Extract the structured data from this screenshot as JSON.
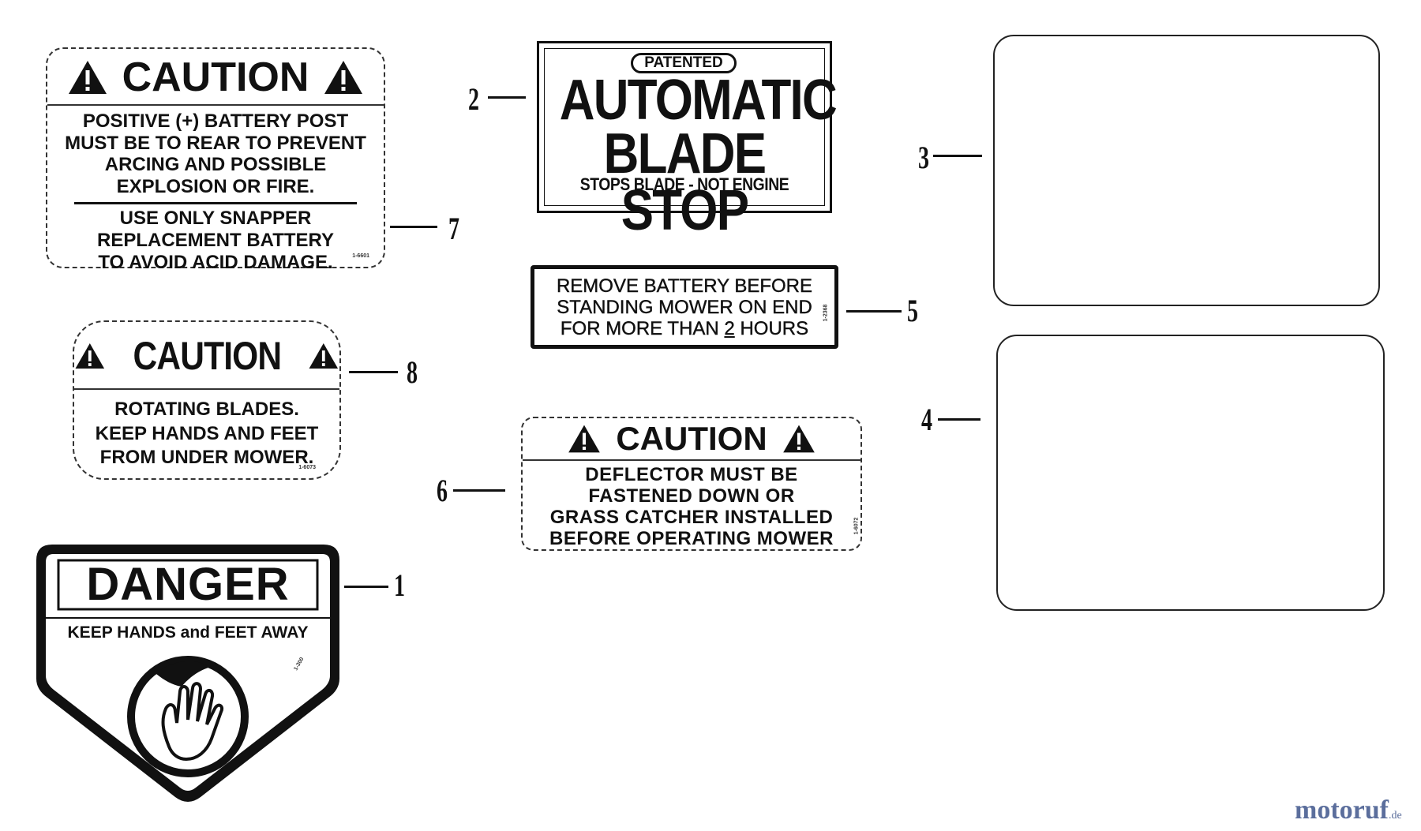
{
  "decal7": {
    "header": "CAUTION",
    "lines_a": [
      "POSITIVE (+) BATTERY POST",
      "MUST BE TO REAR TO PREVENT",
      "ARCING AND POSSIBLE",
      "EXPLOSION OR FIRE."
    ],
    "lines_b": [
      "USE ONLY SNAPPER",
      "REPLACEMENT BATTERY",
      "TO AVOID ACID DAMAGE."
    ],
    "code": "1-6601"
  },
  "decal8": {
    "header": "CAUTION",
    "lines": [
      "ROTATING BLADES.",
      "KEEP HANDS AND FEET",
      "FROM UNDER MOWER."
    ],
    "code": "1-6073"
  },
  "decal1": {
    "header": "DANGER",
    "subheader": "KEEP HANDS and FEET AWAY",
    "code": "1-300",
    "icon": "hand-blade-icon"
  },
  "decal2": {
    "badge": "PATENTED",
    "line1": "AUTOMATIC",
    "line2": "BLADE STOP",
    "line3": "STOPS BLADE - NOT ENGINE"
  },
  "decal5": {
    "line1": "REMOVE BATTERY BEFORE",
    "line2": "STANDING MOWER ON END",
    "line3_pre": "FOR MORE THAN ",
    "line3_num": "2",
    "line3_post": " HOURS",
    "code": "1-2368"
  },
  "decal6": {
    "header": "CAUTION",
    "lines": [
      "DEFLECTOR MUST BE",
      "FASTENED DOWN OR",
      "GRASS CATCHER INSTALLED",
      "BEFORE OPERATING MOWER"
    ],
    "code": "1-6072"
  },
  "callouts": {
    "c1": "1",
    "c2": "2",
    "c3": "3",
    "c4": "4",
    "c5": "5",
    "c6": "6",
    "c7": "7",
    "c8": "8"
  },
  "watermark": {
    "main": "motoruf",
    "suffix": ".de",
    "color": "#5b6e9c"
  }
}
